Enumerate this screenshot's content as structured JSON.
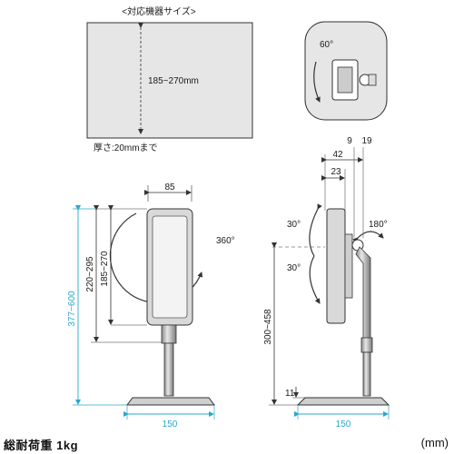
{
  "device_box": {
    "title": "<対応機器サイズ>",
    "height_range": "185~270mm",
    "thickness": "厚さ:20mmまで"
  },
  "detail": {
    "angle": "60°"
  },
  "front_view": {
    "head_width": "85",
    "base_width": "150",
    "height_total": "377~600",
    "height_top": "220~295",
    "height_holder": "185~270",
    "rotation": "360°"
  },
  "side_view": {
    "dim_42": "42",
    "dim_9": "9",
    "dim_19": "19",
    "dim_23": "23",
    "tilt_top": "30°",
    "tilt_bottom": "30°",
    "swivel": "180°",
    "height_range": "300~458",
    "base_offset": "11",
    "base_width": "150"
  },
  "footer": {
    "load": "総耐荷重 1kg",
    "unit": "(mm)"
  }
}
